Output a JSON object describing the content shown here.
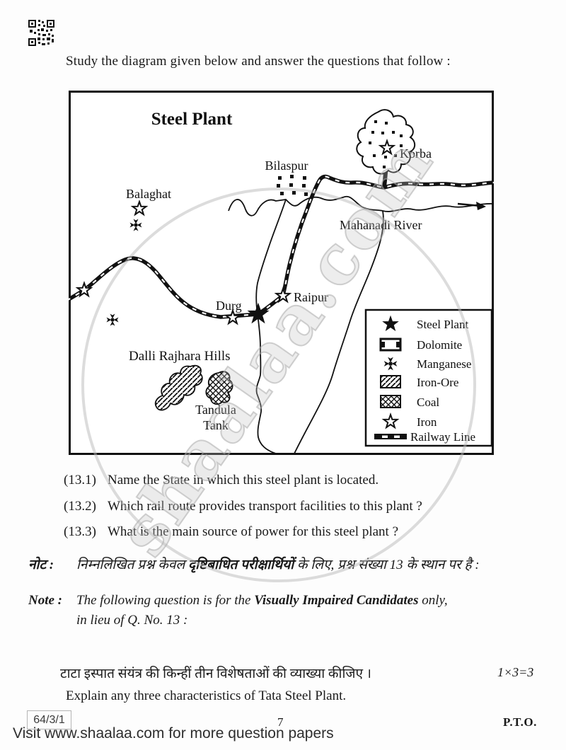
{
  "page": {
    "instruction": "Study the diagram given below and answer the questions that follow :",
    "watermark_text": "shaalaa.com",
    "footer": {
      "paper_code": "64/3/1",
      "page_number": "7",
      "pto": "P.T.O.",
      "visit_line": "Visit www.shaalaa.com for more question papers"
    }
  },
  "map": {
    "title": "Steel Plant",
    "labels": {
      "korba": "Korba",
      "bilaspur": "Bilaspur",
      "balaghat": "Balaghat",
      "mahanadi_river": "Mahanadi River",
      "durg": "Durg",
      "raipur": "Raipur",
      "dalli_rajhara_hills": "Dalli Rajhara Hills",
      "tandula_line1": "Tandula",
      "tandula_line2": "Tank"
    },
    "legend": {
      "items": [
        {
          "icon": "filled-star",
          "label": "Steel Plant"
        },
        {
          "icon": "dolomite-rect",
          "label": "Dolomite"
        },
        {
          "icon": "maltese-cross",
          "label": "Manganese"
        },
        {
          "icon": "diagonal-hatch-rect",
          "label": "Iron-Ore"
        },
        {
          "icon": "cross-hatch-rect",
          "label": "Coal"
        },
        {
          "icon": "outline-star",
          "label": "Iron"
        },
        {
          "icon": "railway-bar",
          "label": "Railway Line"
        }
      ]
    }
  },
  "questions": [
    {
      "number": "(13.1)",
      "text": "Name the State in which this steel plant is located."
    },
    {
      "number": "(13.2)",
      "text": "Which rail route provides transport facilities to this plant ?"
    },
    {
      "number": "(13.3)",
      "text": "What is the main source of power for this steel plant ?"
    }
  ],
  "note": {
    "hindi_label": "नोट :",
    "hindi_pre": "निम्नलिखित प्रश्न केवल ",
    "hindi_bold": "दृष्टिबाधित परीक्षार्थियों",
    "hindi_post": " के लिए, प्रश्न संख्या 13 के स्थान पर है :",
    "english_label": "Note :",
    "english_pre": "The following question is for the ",
    "english_bold": "Visually Impaired Candidates",
    "english_post": " only,",
    "english_line2": "in lieu of Q. No. 13 :"
  },
  "vi_question": {
    "hindi": "टाटा इस्पात संयंत्र की किन्हीं तीन विशेषताओं की व्याख्या कीजिए ।",
    "marks": "1×3=3",
    "english": "Explain any three characteristics of Tata Steel Plant."
  }
}
